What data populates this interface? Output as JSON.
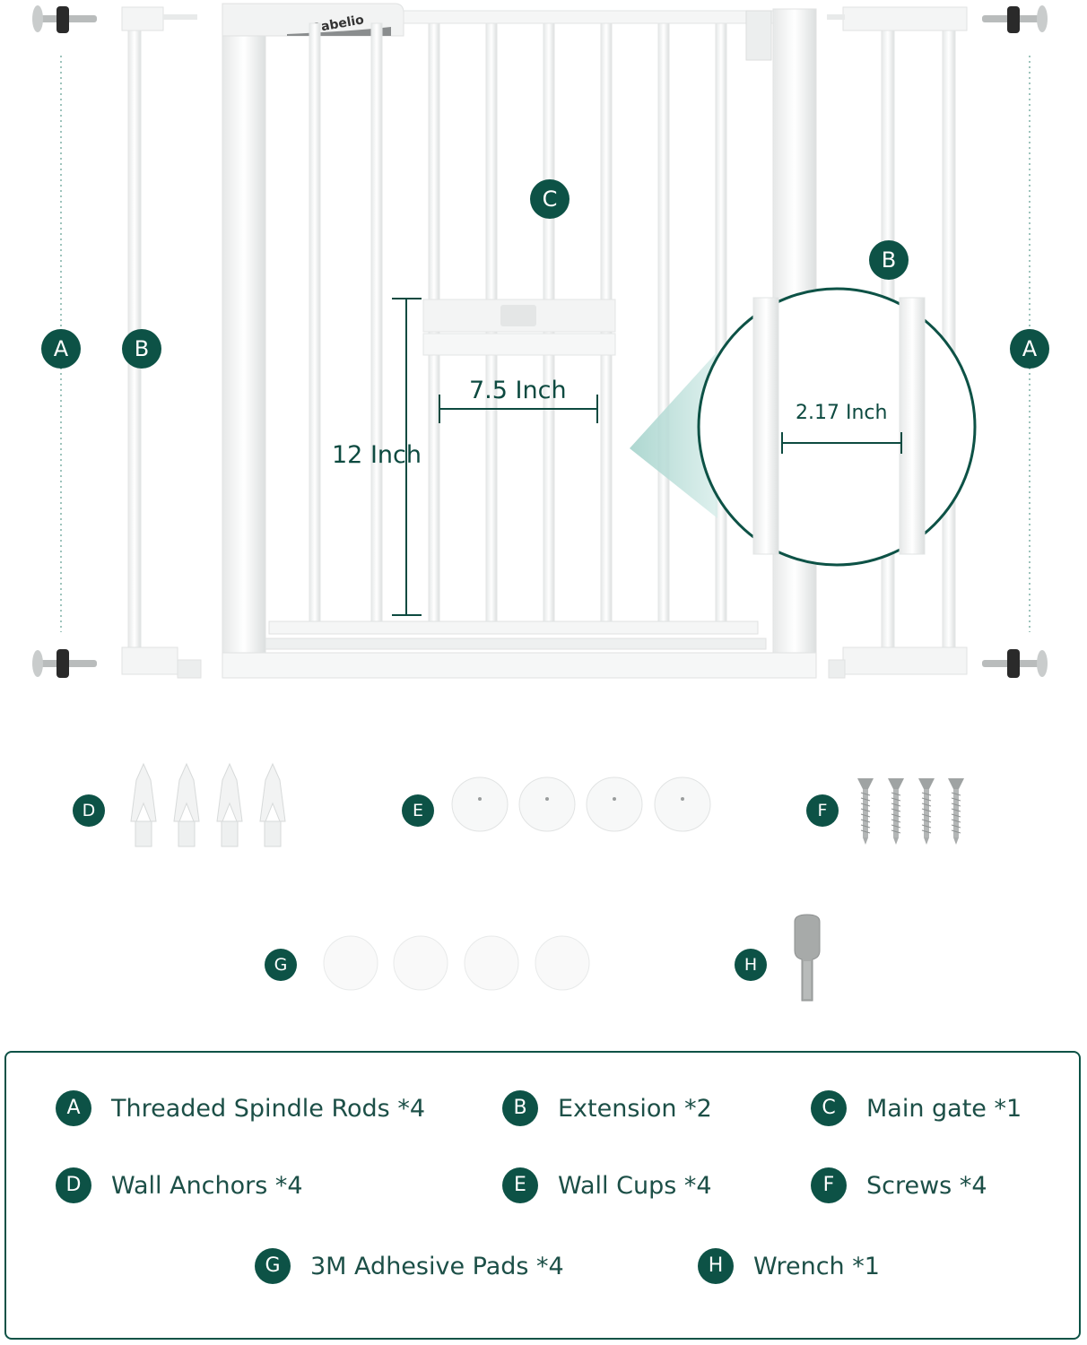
{
  "brand": "Babelio",
  "markers": {
    "threaded_rods": "A",
    "extension": "B",
    "main_gate": "C",
    "wall_anchors": "D",
    "wall_cups": "E",
    "screws": "F",
    "adhesive_pads": "G",
    "wrench": "H"
  },
  "dimensions": {
    "door_height": "12 Inch",
    "door_width": "7.5 Inch",
    "bar_spacing": "2.17 Inch"
  },
  "legend": [
    {
      "letter": "A",
      "text": "Threaded Spindle Rods *4"
    },
    {
      "letter": "B",
      "text": "Extension *2"
    },
    {
      "letter": "C",
      "text": "Main gate *1"
    },
    {
      "letter": "D",
      "text": "Wall Anchors *4"
    },
    {
      "letter": "E",
      "text": "Wall Cups *4"
    },
    {
      "letter": "F",
      "text": "Screws *4"
    },
    {
      "letter": "G",
      "text": "3M Adhesive Pads *4"
    },
    {
      "letter": "H",
      "text": "Wrench *1"
    }
  ],
  "colors": {
    "accent": "#0d5246",
    "text": "#1c4f47",
    "gate_white": "#ffffff",
    "gate_edge": "#d9dcdc"
  }
}
